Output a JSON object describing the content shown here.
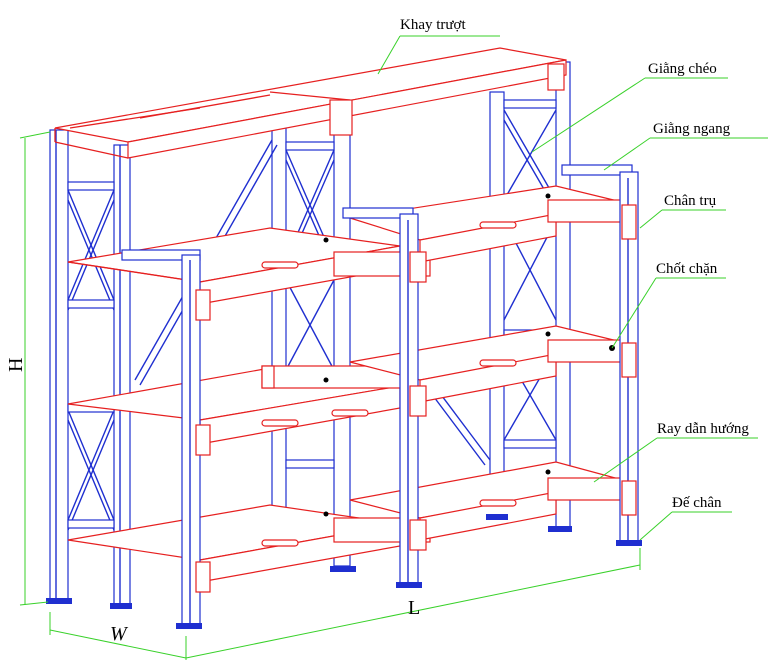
{
  "labels": {
    "khay_truot": "Khay trượt",
    "giang_cheo": "Giằng chéo",
    "giang_ngang": "Giằng ngang",
    "chan_tru": "Chân trụ",
    "chot_chan": "Chốt chặn",
    "ray_dan_huong": "Ray dẫn hướng",
    "de_chan": "Đế chân"
  },
  "dimensions": {
    "height": "H",
    "width": "W",
    "length": "L"
  },
  "colors": {
    "frame": "#1f2fd0",
    "tray": "#e62020",
    "leader": "#39d12a"
  }
}
